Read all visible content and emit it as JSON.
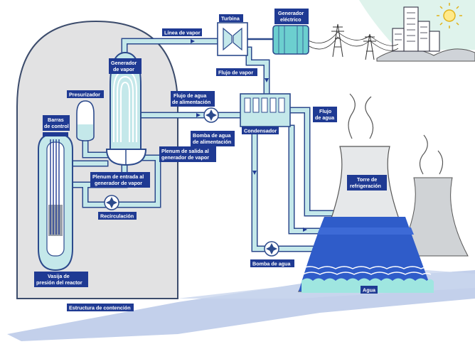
{
  "labels": {
    "steam_line": "Línea de vapor",
    "turbine": "Turbina",
    "generator_1": "Generador",
    "generator_2": "eléctrico",
    "steam_generator_1": "Generador",
    "steam_generator_2": "de vapor",
    "steam_flow": "Flujo de vapor",
    "pressurizer": "Presurizador",
    "control_rods_1": "Barras",
    "control_rods_2": "de control",
    "feedwater_flow_1": "Flujo de agua",
    "feedwater_flow_2": "de alimentación",
    "feedwater_pump_1": "Bomba de agua",
    "feedwater_pump_2": "de alimentación",
    "condenser": "Condensador",
    "water_flow_1": "Flujo",
    "water_flow_2": "de agua",
    "outlet_plenum_1": "Plenum de salida al",
    "outlet_plenum_2": "generador de vapor",
    "inlet_plenum_1": "Plenum de entrada al",
    "inlet_plenum_2": "generador de vapor",
    "recirculation": "Recirculación",
    "cooling_tower_1": "Torre de",
    "cooling_tower_2": "refrigeración",
    "water_pump": "Bomba de agua",
    "water": "Agua",
    "vessel_1": "Vasija de",
    "vessel_2": "presión del reactor",
    "containment": "Estructura de contención"
  },
  "colors": {
    "navy": "#1f3a93",
    "pipe_fill": "#c4e8ea",
    "pipe_stroke": "#2c4a8c",
    "containment_fill": "#e2e2e3",
    "ground_shadow": "#b8c8e8",
    "tower_fill": "#e6e8ea",
    "tower_water": "#2f5cc9",
    "sky_accent": "#dff3ec"
  },
  "icons": [
    "turbine-icon",
    "generator-icon",
    "pylon-icon",
    "city-icon",
    "sun-icon",
    "pump-icon",
    "steam-plume-icon"
  ]
}
